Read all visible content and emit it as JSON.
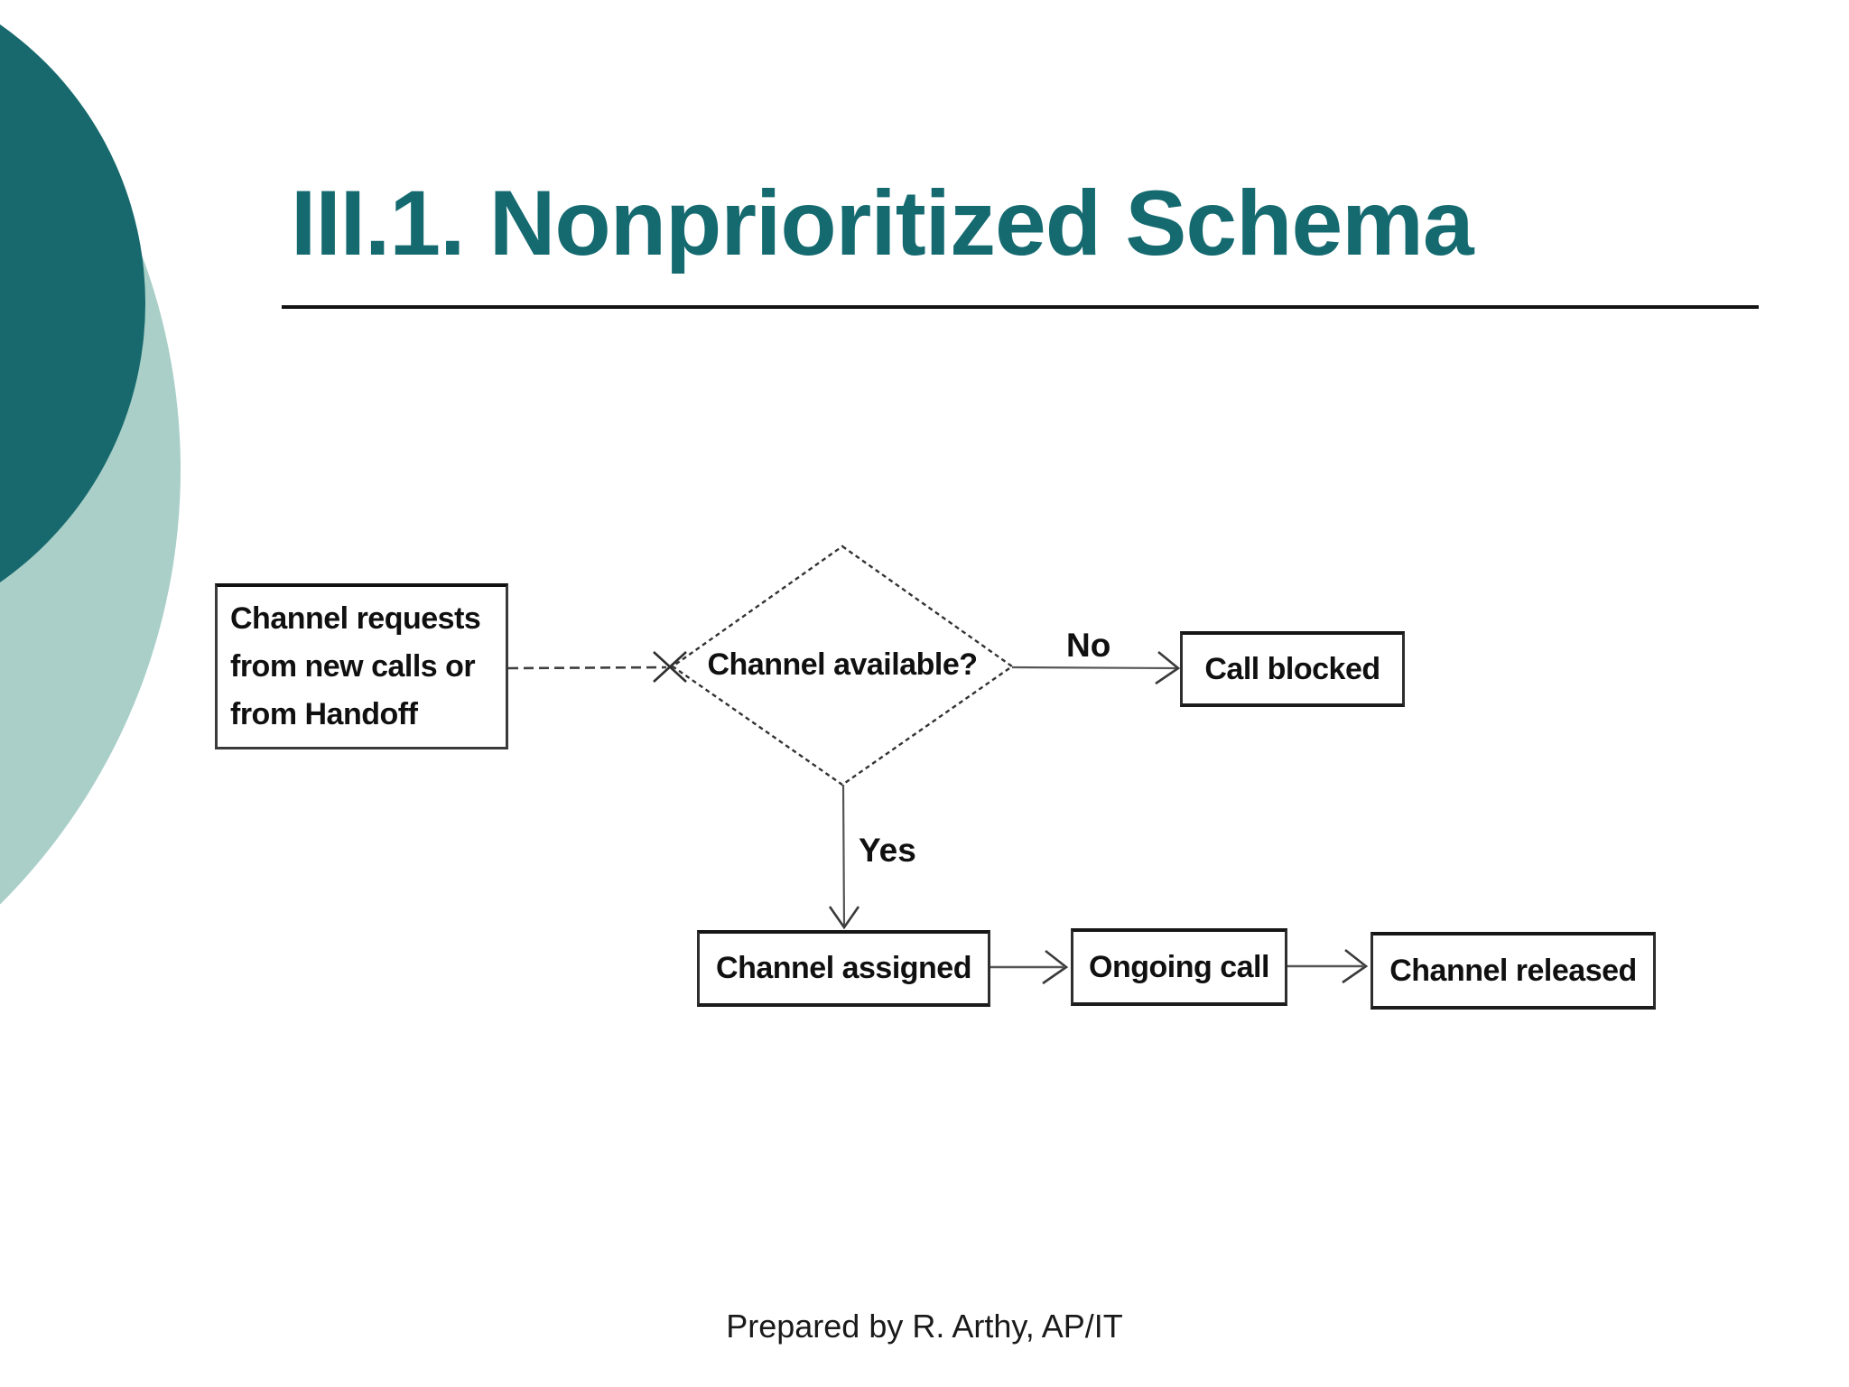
{
  "slide": {
    "title": "III.1. Nonprioritized Schema",
    "footer": "Prepared by R. Arthy, AP/IT",
    "colors": {
      "title_teal": "#156A70",
      "circle_dark_teal": "#17696D",
      "circle_light_teal": "#A9CFC8",
      "rule_black": "#141414",
      "diagram_ink": "#2e2e2e"
    }
  },
  "flowchart": {
    "nodes": {
      "start": "Channel requests from new calls or from Handoff",
      "decision": "Channel available?",
      "call_blocked": "Call blocked",
      "channel_assigned": "Channel assigned",
      "ongoing_call": "Ongoing call",
      "channel_released": "Channel released"
    },
    "edge_labels": {
      "no": "No",
      "yes": "Yes"
    }
  }
}
